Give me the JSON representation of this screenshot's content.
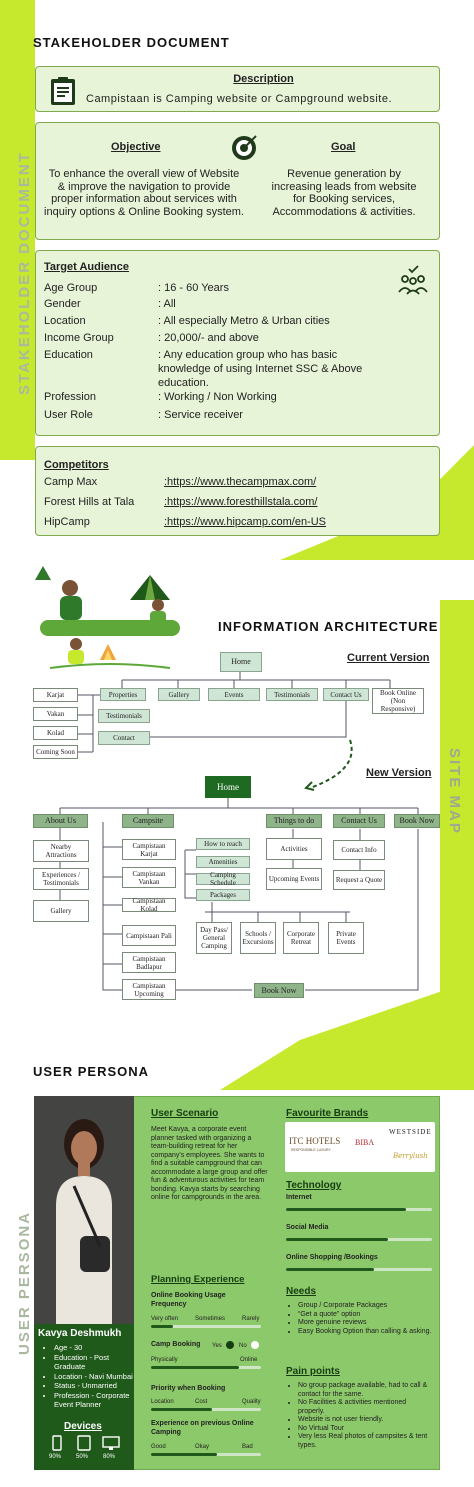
{
  "stakeholder": {
    "title": "STAKEHOLDER DOCUMENT",
    "side_label": "STAKEHOLDER DOCUMENT",
    "description_heading": "Description",
    "description_text": "Campistaan is Camping website or Campground website.",
    "objective_heading": "Objective",
    "objective_text": "To enhance the overall view of Website & improve the navigation to provide proper information about services with inquiry options & Online Booking system.",
    "goal_heading": "Goal",
    "goal_text": "Revenue generation by increasing leads from website for Booking services, Accommodations & activities.",
    "audience_heading": "Target Audience",
    "audience": [
      {
        "label": "Age Group",
        "value": ": 16 - 60 Years"
      },
      {
        "label": "Gender",
        "value": ": All"
      },
      {
        "label": "Location",
        "value": ": All especially Metro & Urban cities"
      },
      {
        "label": "Income Group",
        "value": ": 20,000/- and above"
      },
      {
        "label": "Education",
        "value": ": Any education group who has basic knowledge of using Internet SSC & Above education."
      },
      {
        "label": "Profession",
        "value": ": Working / Non Working"
      },
      {
        "label": "User Role",
        "value": ": Service receiver"
      }
    ],
    "competitors_heading": "Competitors",
    "competitors": [
      {
        "name": "Camp Max",
        "url": ":https://www.thecampmax.com/"
      },
      {
        "name": "Forest Hills at Tala",
        "url": ":https://www.foresthillstala.com/"
      },
      {
        "name": "HipCamp",
        "url": ":https://www.hipcamp.com/en-US"
      }
    ]
  },
  "ia": {
    "title": "INFORMATION ARCHITECTURE",
    "side_label": "SITE MAP",
    "current_label": "Current Version",
    "new_label": "New Version",
    "current": {
      "home": "Home",
      "top": [
        "Properties",
        "Gallery",
        "Events",
        "Testimonials",
        "Contact Us",
        "Book Online (Non Responsive)"
      ],
      "left": [
        "Karjat",
        "Vakan",
        "Kolad",
        "Coming Soon"
      ],
      "sub": [
        "Testimonials",
        "Contact"
      ]
    },
    "new": {
      "home": "Home",
      "top": [
        "About Us",
        "Campsite",
        "Things to do",
        "Contact Us",
        "Book Now"
      ],
      "about": [
        "Nearby Attractions",
        "Experiences / Testimonials",
        "Gallery"
      ],
      "campsite": [
        "Campistaan Karjat",
        "Campistaan Vankan",
        "Campistaan Kolad",
        "Campistaan Pali",
        "Campistaan Badlapur",
        "Campistaan Upcoming"
      ],
      "campsite_info": [
        "How to reach",
        "Amenities",
        "Camping Schedule",
        "Packages"
      ],
      "packages": [
        "Day Pass/ General Camping",
        "Schools / Excursions",
        "Corporate Retreat",
        "Private Events"
      ],
      "things": [
        "Activities",
        "Upcoming Events"
      ],
      "contact": [
        "Contact Info",
        "Request a Quote"
      ],
      "book_now_bottom": "Book Now"
    }
  },
  "persona": {
    "title": "USER PERSONA",
    "side_label": "USER PERSONA",
    "name": "Kavya Deshmukh",
    "details": [
      "Age - 30",
      "Education - Post Graduate",
      "Location - Navi Mumbai",
      "Status - Unmarried",
      "Profession - Corporate Event Planner"
    ],
    "devices_heading": "Devices",
    "devices": [
      {
        "icon": "mobile-icon",
        "pct": "90%"
      },
      {
        "icon": "tablet-icon",
        "pct": "50%"
      },
      {
        "icon": "desktop-icon",
        "pct": "80%"
      }
    ],
    "scenario_heading": "User Scenario",
    "scenario_text": "Meet Kavya, a corporate event planner tasked with organizing a team-building retreat for her company's employees. She wants to find a suitable campground that can accommodate a large group and offer fun & adventurous activities for team bonding. Kavya starts by searching online for campgrounds in the area.",
    "planning_heading": "Planning Experience",
    "online_booking_label": "Online Booking Usage Frequency",
    "online_booking_scale": [
      "Very often",
      "Sometimes",
      "Rarely"
    ],
    "online_booking_level": 0.2,
    "camp_booking_label": "Camp Booking",
    "camp_booking_options": [
      "Yes",
      "No"
    ],
    "camp_booking_scale": [
      "Physically",
      "Online"
    ],
    "camp_booking_level": 0.8,
    "priority_label": "Priority when Booking",
    "priority_scale": [
      "Location",
      "Cost",
      "Quality"
    ],
    "priority_level": 0.55,
    "experience_label": "Experience on previous Online Camping",
    "experience_scale": [
      "Good",
      "Okay",
      "Bad"
    ],
    "experience_level": 0.6,
    "brands_heading": "Favourite Brands",
    "brands": [
      "ITC HOTELS",
      "RESPONSIBLE LUXURY",
      "BIBA",
      "WESTSIDE",
      "Berrylush"
    ],
    "tech_heading": "Technology",
    "tech": [
      {
        "label": "Internet",
        "level": 0.82
      },
      {
        "label": "Social Media",
        "level": 0.7
      },
      {
        "label": "Online Shopping /Bookings",
        "level": 0.6
      }
    ],
    "needs_heading": "Needs",
    "needs": [
      "Group / Corporate Packages",
      "“Get a quote” option",
      "More genuine reviews",
      "Easy Booking Option than calling & asking."
    ],
    "pain_heading": "Pain points",
    "pains": [
      "No group package available, had to call & contact for the same.",
      "No Facilities & activities mentioned properly.",
      "Website is not user friendly.",
      "No Virtual Tour",
      "Very less Real photos of campsites & tent types."
    ]
  },
  "colors": {
    "accent": "#c6e82d",
    "dark_green": "#1f5a1a",
    "card_bg": "#e8f4d8",
    "persona_bg": "#8cc96a"
  }
}
